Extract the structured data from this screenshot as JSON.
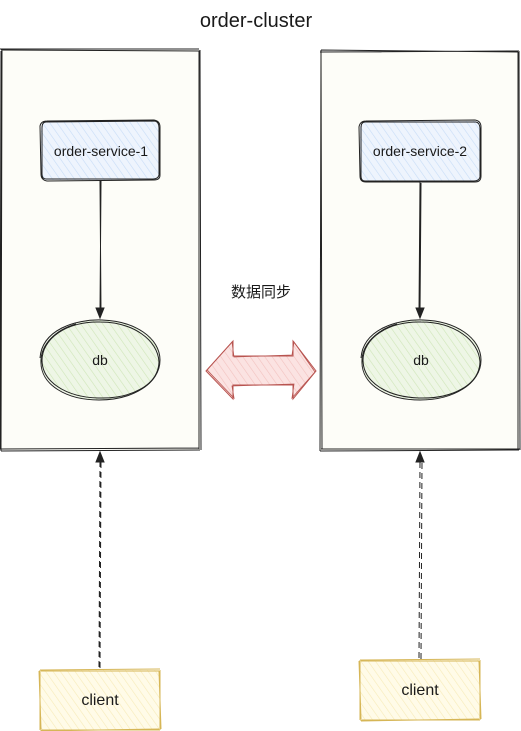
{
  "diagram": {
    "title": "order-cluster",
    "sync_label": "数据同步",
    "left": {
      "service_label": "order-service-1",
      "db_label": "db",
      "client_label": "client"
    },
    "right": {
      "service_label": "order-service-2",
      "db_label": "db",
      "client_label": "client"
    },
    "colors": {
      "service_fill": "#dae8fc",
      "db_fill": "#d5e8d4",
      "client_fill": "#fff2cc",
      "client_stroke": "#d6b656",
      "container_fill": "#fdfdf8",
      "sync_arrow_fill": "#f8cecc",
      "sync_arrow_stroke": "#b85450"
    }
  }
}
